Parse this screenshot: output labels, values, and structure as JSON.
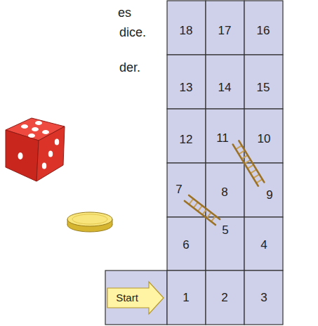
{
  "diagram": {
    "nodes": [
      {
        "text": [
          "18"
        ]
      },
      {
        "text": [
          "17"
        ]
      },
      {
        "text": [
          "16"
        ]
      },
      {
        "text": [
          "13"
        ]
      },
      {
        "text": [
          "14"
        ]
      },
      {
        "text": [
          "15"
        ]
      },
      {
        "text": [
          "12"
        ]
      },
      {
        "text": [
          "11"
        ]
      },
      {
        "text": [
          "10"
        ]
      },
      {
        "text": [
          "7"
        ]
      },
      {
        "text": [
          "8"
        ]
      },
      {
        "text": [
          "9"
        ]
      },
      {
        "text": [
          "6"
        ]
      },
      {
        "text": [
          "5"
        ]
      },
      {
        "text": [
          "4"
        ]
      },
      {
        "text": [
          "Start"
        ]
      },
      {
        "text": [
          "1"
        ]
      },
      {
        "text": [
          "2"
        ]
      },
      {
        "text": [
          "3"
        ]
      }
    ],
    "labels": [
      "es",
      "dice.",
      "der."
    ]
  }
}
